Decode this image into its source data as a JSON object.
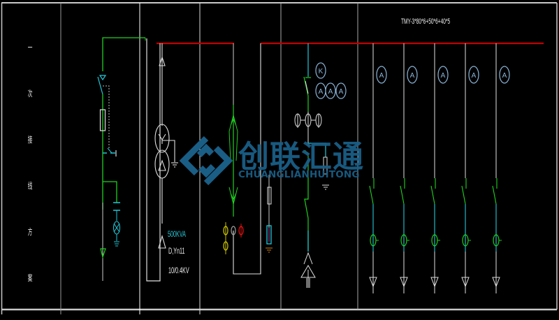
{
  "diagram": {
    "type": "single-line electrical diagram",
    "frame_columns_x": [
      2,
      87,
      200,
      286,
      402,
      512,
      797
    ],
    "colors": {
      "background": "#000000",
      "frame": "#c8c8c8",
      "busbar": "#c00000",
      "green_line": "#20d020",
      "cyan_line": "#20c8d8",
      "white_line": "#e0e0e0",
      "meter": "#8ab4d8",
      "yellow": "#c8c000",
      "red": "#e01010",
      "orange": "#d08010",
      "watermark": "#1a5e86"
    }
  },
  "left_column": {
    "title_chars": [
      "一",
      "次",
      "接",
      "线",
      "方",
      "案"
    ]
  },
  "busbar": {
    "label": "TMY-3*80*6+50*6+40*5"
  },
  "transformer": {
    "capacity": "500KVA",
    "vector_group": "D,Yn11",
    "voltage": "10/0.4KV"
  },
  "metering": {
    "top_meter": "K",
    "ammeters": [
      "A",
      "A",
      "A"
    ]
  },
  "feeders": {
    "count": 5,
    "meter_label": "A"
  },
  "watermark": {
    "chinese": "创联汇通",
    "english": "CHUANGLIANHUITONG"
  }
}
